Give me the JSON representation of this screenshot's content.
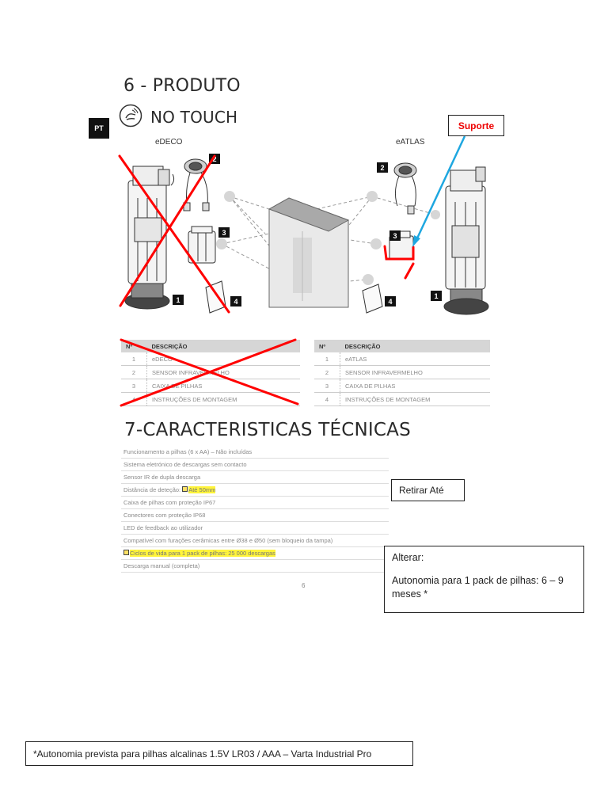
{
  "section6": {
    "title": "6 - PRODUTO",
    "brand": "NO TOUCH",
    "lang_badge": "PT"
  },
  "products": {
    "left_label": "eDECO",
    "right_label": "eATLAS"
  },
  "part_numbers": [
    "1",
    "2",
    "3",
    "4"
  ],
  "annotations": {
    "suporte": "Suporte",
    "retirar": "Retirar Até",
    "alterar_title": "Alterar:",
    "alterar_text": "Autonomia para 1 pack de pilhas: 6 – 9 meses *",
    "footnote": "*Autonomia prevista para pilhas alcalinas 1.5V LR03 / AAA – Varta Industrial Pro"
  },
  "table_left": {
    "headers": [
      "Nº",
      "DESCRIÇÃO"
    ],
    "rows": [
      [
        "1",
        "eDECO"
      ],
      [
        "2",
        "SENSOR INFRAVERMELHO"
      ],
      [
        "3",
        "CAIXA DE PILHAS"
      ],
      [
        "4",
        "INSTRUÇÕES DE MONTAGEM"
      ]
    ]
  },
  "table_right": {
    "headers": [
      "Nº",
      "DESCRIÇÃO"
    ],
    "rows": [
      [
        "1",
        "eATLAS"
      ],
      [
        "2",
        "SENSOR INFRAVERMELHO"
      ],
      [
        "3",
        "CAIXA DE PILHAS"
      ],
      [
        "4",
        "INSTRUÇÕES DE MONTAGEM"
      ]
    ]
  },
  "section7": {
    "title": "7-CARACTERISTICAS TÉCNICAS",
    "spec_1": "Funcionamento a pilhas (6 x AA) – Não incluídas",
    "spec_2": "Sistema eletrónico de descargas sem contacto",
    "spec_3": "Sensor IR de dupla descarga",
    "spec_4_prefix": "Distância de deteção: ",
    "spec_4_highlight": "Até 50mm",
    "spec_5": "Caixa de pilhas com proteção IP67",
    "spec_6": "Conectores com proteção IP68",
    "spec_7": "LED de feedback ao utilizador",
    "spec_8": "Compatível com furações cerâmicas entre Ø38 e Ø50 (sem bloqueio da tampa)",
    "spec_9_highlight": "Ciclos de vida para 1 pack de pilhas: 25 000 descargas",
    "spec_10": "Descarga manual (completa)",
    "page_number": "6"
  },
  "colors": {
    "cross_red": "#ff0000",
    "arrow_blue": "#1ea7e0",
    "highlight": "#fff43a"
  }
}
